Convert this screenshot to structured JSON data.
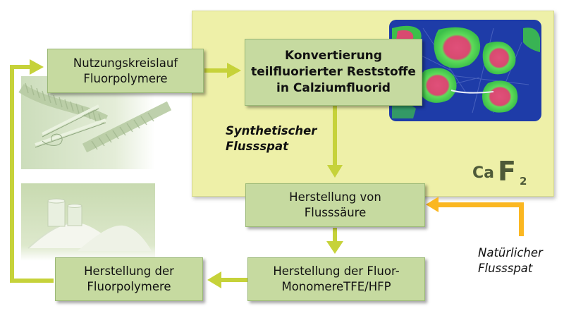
{
  "boxes": {
    "nutzung": {
      "line1": "Nutzungskreislauf",
      "line2": "Fluorpolymere"
    },
    "konvertierung": {
      "line1": "Konvertierung",
      "line2": "teilfluorierter Reststoffe",
      "line3": "in Calziumfluorid"
    },
    "flusssaeure": {
      "line1": "Herstellung von",
      "line2": "Flusssäure"
    },
    "monomere": {
      "line1": "Herstellung der Fluor-",
      "line2": "MonomereTFE/HFP"
    },
    "fluorpolymere": {
      "line1": "Herstellung der",
      "line2": "Fluorpolymere"
    }
  },
  "labels": {
    "synthetisch": {
      "line1": "Synthetischer",
      "line2": "Flussspat"
    },
    "natuerlich": {
      "line1": "Natürlicher",
      "line2": "Flussspat"
    }
  },
  "formula": {
    "element1": "Ca",
    "element2": "F",
    "subscript": "2"
  },
  "colors": {
    "panel": "#eef0a8",
    "box": "#c6daa0",
    "green_arrow": "#c6d23a",
    "orange_arrow": "#fbb721",
    "formula": "#4e5a38"
  },
  "icons": [
    "fluoropolymer-tubes-photo",
    "fluoropolymer-powder-photo",
    "calcium-fluoride-micrograph"
  ]
}
